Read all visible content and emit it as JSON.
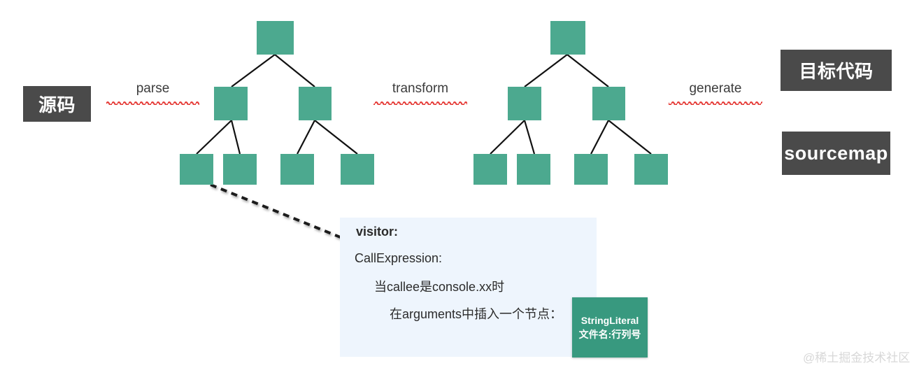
{
  "diagram": {
    "title": "Babel compile pipeline diagram",
    "colors": {
      "node_green": "#4CA98F",
      "dark_box": "#4A4A4A",
      "callout_bg": "#eef5fd",
      "squiggle_red": "#e53935",
      "string_literal_green": "#38997F",
      "edge_black": "#111111",
      "watermark_gray": "#d8d8d8"
    },
    "boxes": {
      "source_code": "源码",
      "target_code": "目标代码",
      "sourcemap": "sourcemap"
    },
    "stage_labels": [
      {
        "text": "parse"
      },
      {
        "text": "transform"
      },
      {
        "text": "generate"
      }
    ],
    "trees": [
      {
        "name": "source-ast",
        "levels": [
          1,
          2,
          4
        ]
      },
      {
        "name": "transformed-ast",
        "levels": [
          1,
          2,
          4
        ]
      }
    ],
    "callout": {
      "lines": [
        {
          "text": "visitor:",
          "bold": true,
          "indent": 0
        },
        {
          "text": "CallExpression:",
          "bold": false,
          "indent": 0
        },
        {
          "text": "当callee是console.xx时",
          "bold": false,
          "indent": 1
        },
        {
          "text": "在arguments中插入一个节点：",
          "bold": false,
          "indent": 2
        }
      ]
    },
    "string_literal_node": {
      "type_label": "StringLiteral",
      "value_label": "文件名:行列号"
    },
    "watermark": "@稀土掘金技术社区"
  }
}
